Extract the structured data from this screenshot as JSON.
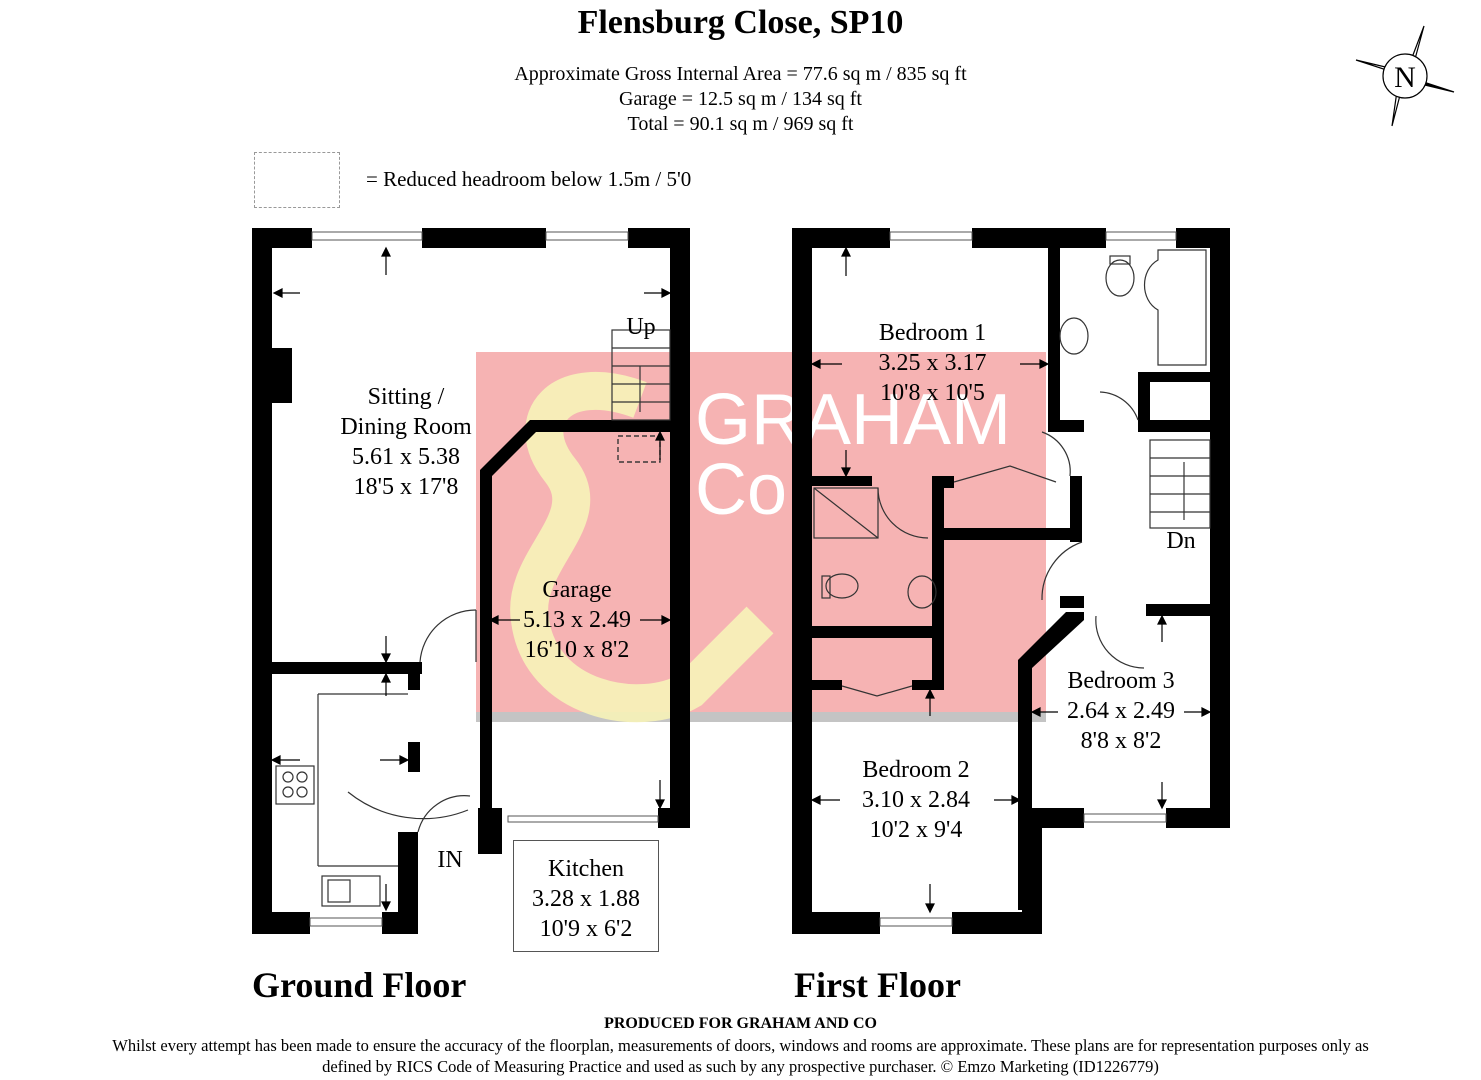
{
  "header": {
    "title": "Flensburg Close, SP10",
    "area_lines": [
      "Approximate Gross Internal Area = 77.6 sq m / 835 sq ft",
      "Garage = 12.5 sq m / 134 sq ft",
      "Total = 90.1 sq m / 969 sq ft"
    ]
  },
  "legend": {
    "text": "=   Reduced headroom below 1.5m / 5'0"
  },
  "compass": {
    "label": "N",
    "icon": "north-compass-icon"
  },
  "watermark": {
    "text_line1": "GRAHAM",
    "text_line2": "Co",
    "brand_color": "#f4a6a6",
    "ampersand_color": "#f7f3b8"
  },
  "ground_floor": {
    "label": "Ground Floor",
    "rooms": {
      "sitting": {
        "name_line1": "Sitting /",
        "name_line2": "Dining Room",
        "metric": "5.61 x 5.38",
        "imperial": "18'5 x 17'8"
      },
      "garage": {
        "name": "Garage",
        "metric": "5.13 x 2.49",
        "imperial": "16'10 x 8'2"
      },
      "kitchen": {
        "name": "Kitchen",
        "metric": "3.28 x 1.88",
        "imperial": "10'9 x 6'2"
      }
    },
    "stairs_label": "Up",
    "entrance_label": "IN"
  },
  "first_floor": {
    "label": "First Floor",
    "rooms": {
      "bedroom1": {
        "name": "Bedroom 1",
        "metric": "3.25 x 3.17",
        "imperial": "10'8 x 10'5"
      },
      "bedroom2": {
        "name": "Bedroom 2",
        "metric": "3.10 x 2.84",
        "imperial": "10'2 x 9'4"
      },
      "bedroom3": {
        "name": "Bedroom 3",
        "metric": "2.64 x 2.49",
        "imperial": "8'8 x 8'2"
      }
    },
    "stairs_label": "Dn"
  },
  "footer": {
    "heading": "PRODUCED FOR GRAHAM AND CO",
    "disclaimer": "Whilst every attempt has been made to ensure the accuracy of the floorplan, measurements of doors, windows and rooms are approximate. These plans are for representation purposes only as defined by RICS Code of Measuring Practice and used as such by any prospective purchaser. © Emzo Marketing (ID1226779)"
  }
}
